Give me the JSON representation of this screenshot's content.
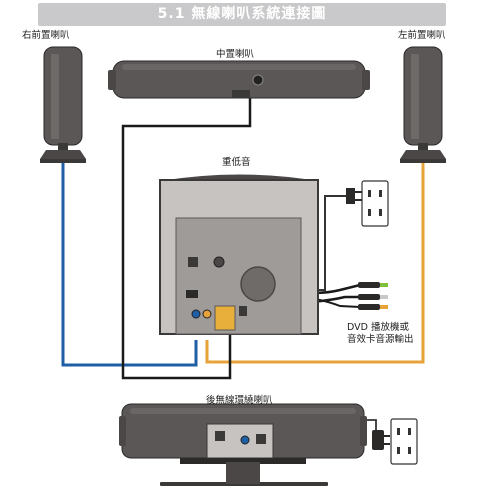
{
  "title": "5.1 無線喇叭系統連接圖",
  "labels": {
    "front_right": "右前置喇叭",
    "front_left": "左前置喇叭",
    "center": "中置喇叭",
    "subwoofer": "重低音",
    "rear_wireless": "後無線環繞喇叭",
    "source_line1": "DVD 播放機或",
    "source_line2": "音效卡音源輸出"
  },
  "colors": {
    "title_bar": "#c9c9cb",
    "speaker_body": "#5b5756",
    "cable_front_right": "#1f5fa6",
    "cable_front_left": "#e8a23a",
    "cable_black": "#1a1a1a",
    "cable_power": "#333333"
  }
}
